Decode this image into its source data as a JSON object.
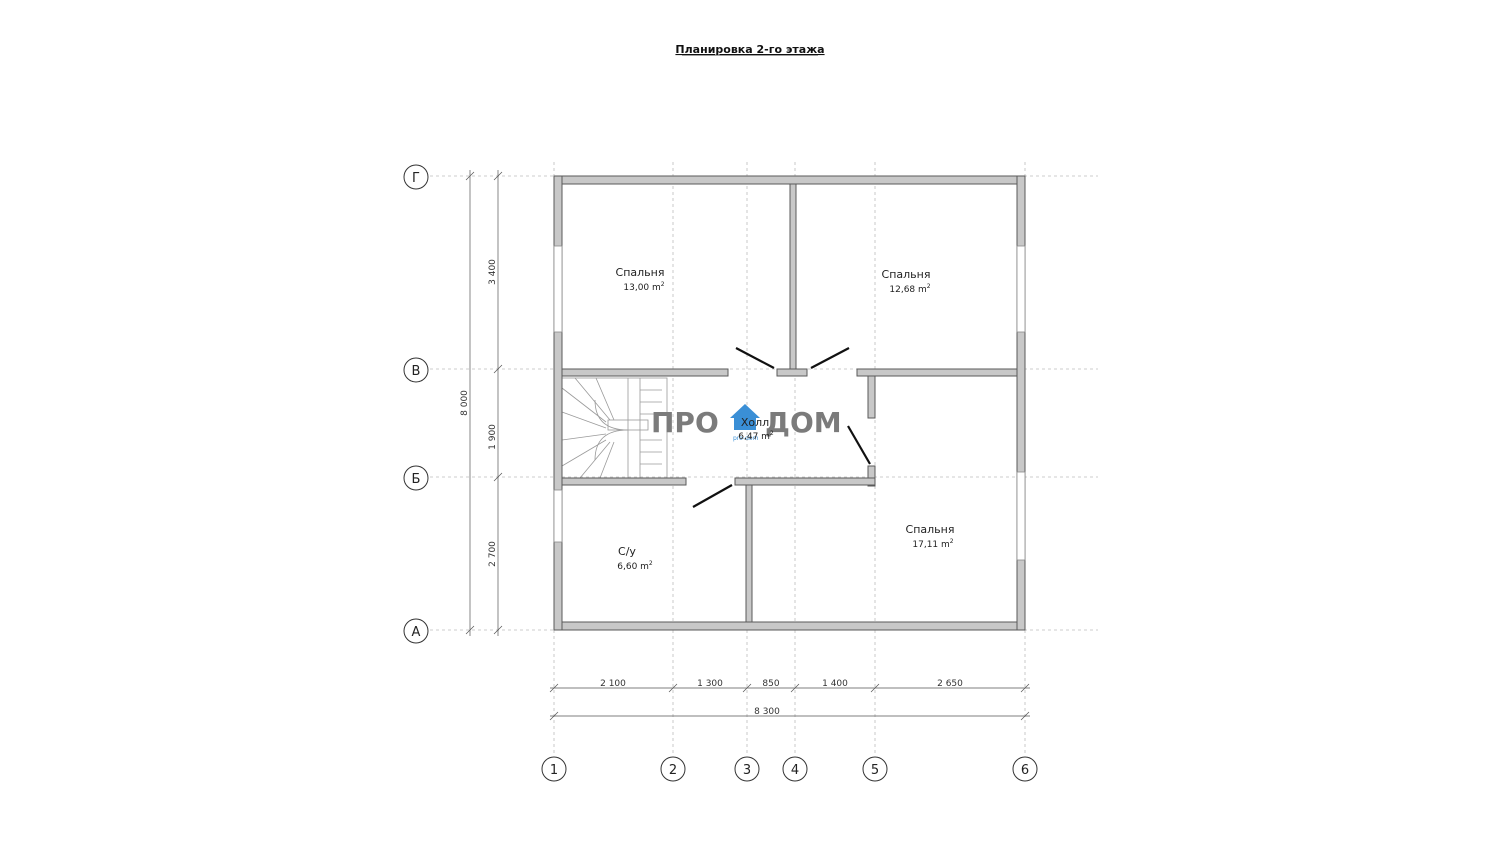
{
  "title": "Планировка 2-го этажа",
  "rooms": [
    {
      "name": "Спальня",
      "area": "13,00 m",
      "sup": "2"
    },
    {
      "name": "Спальня",
      "area": "12,68 m",
      "sup": "2"
    },
    {
      "name": "Холл",
      "area": "6,47 m",
      "sup": "2"
    },
    {
      "name": "С/у",
      "area": "6,60 m",
      "sup": "2"
    },
    {
      "name": "Спальня",
      "area": "17,11 m",
      "sup": "2"
    }
  ],
  "axes_letters": [
    "Г",
    "В",
    "Б",
    "А"
  ],
  "axes_numbers": [
    "1",
    "2",
    "3",
    "4",
    "5",
    "6"
  ],
  "dims_horizontal": [
    "2 100",
    "1 300",
    "850",
    "1 400",
    "2 650"
  ],
  "dim_total_horizontal": "8 300",
  "dims_vertical": [
    "3 400",
    "1 900",
    "2 700"
  ],
  "dim_total_vertical": "8 000",
  "logo": {
    "left": "ПРО",
    "right": "ДОМ",
    "small": "pro-dom",
    "accent": "#3a8fd6"
  }
}
